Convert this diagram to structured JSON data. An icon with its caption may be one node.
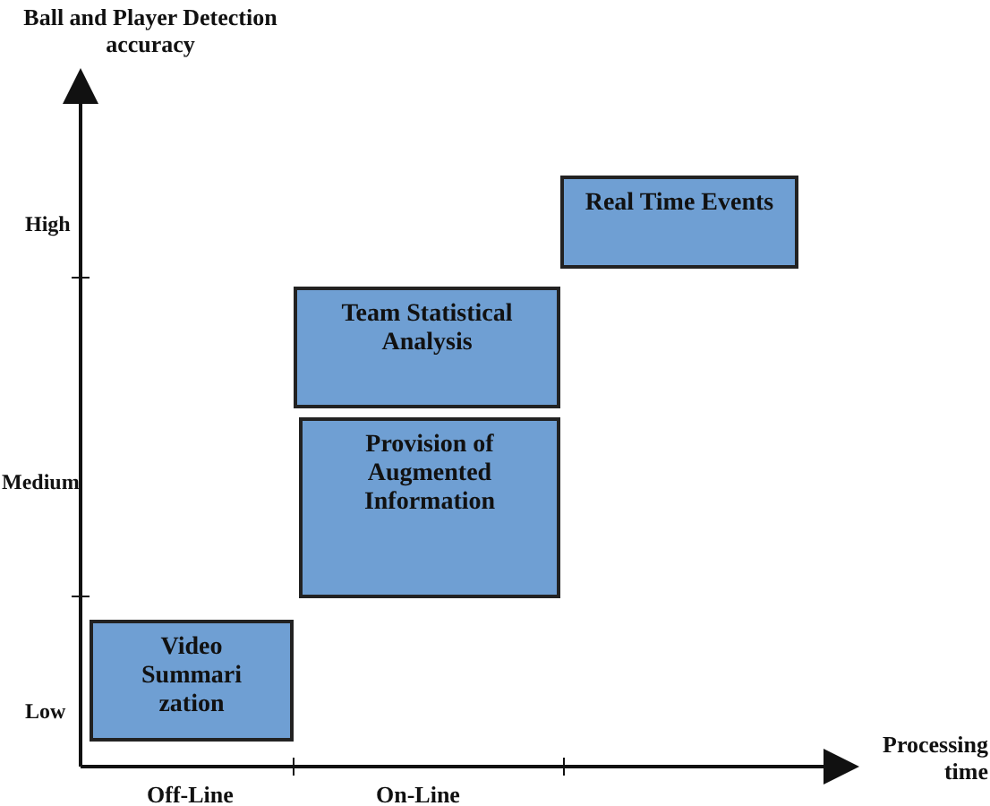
{
  "diagram": {
    "nodes": [
      {
        "text": [
          "Real Time Events"
        ]
      },
      {
        "text": [
          "Team Statistical Analysis"
        ]
      },
      {
        "text": [
          "Provision of Augmented Information"
        ]
      },
      {
        "text": [
          "Video Summari zation"
        ]
      }
    ],
    "labels": [
      "Ball and Player Detection accuracy",
      "High",
      "Medium",
      "Low",
      "Processing time",
      "Off-Line",
      "On-Line"
    ]
  }
}
